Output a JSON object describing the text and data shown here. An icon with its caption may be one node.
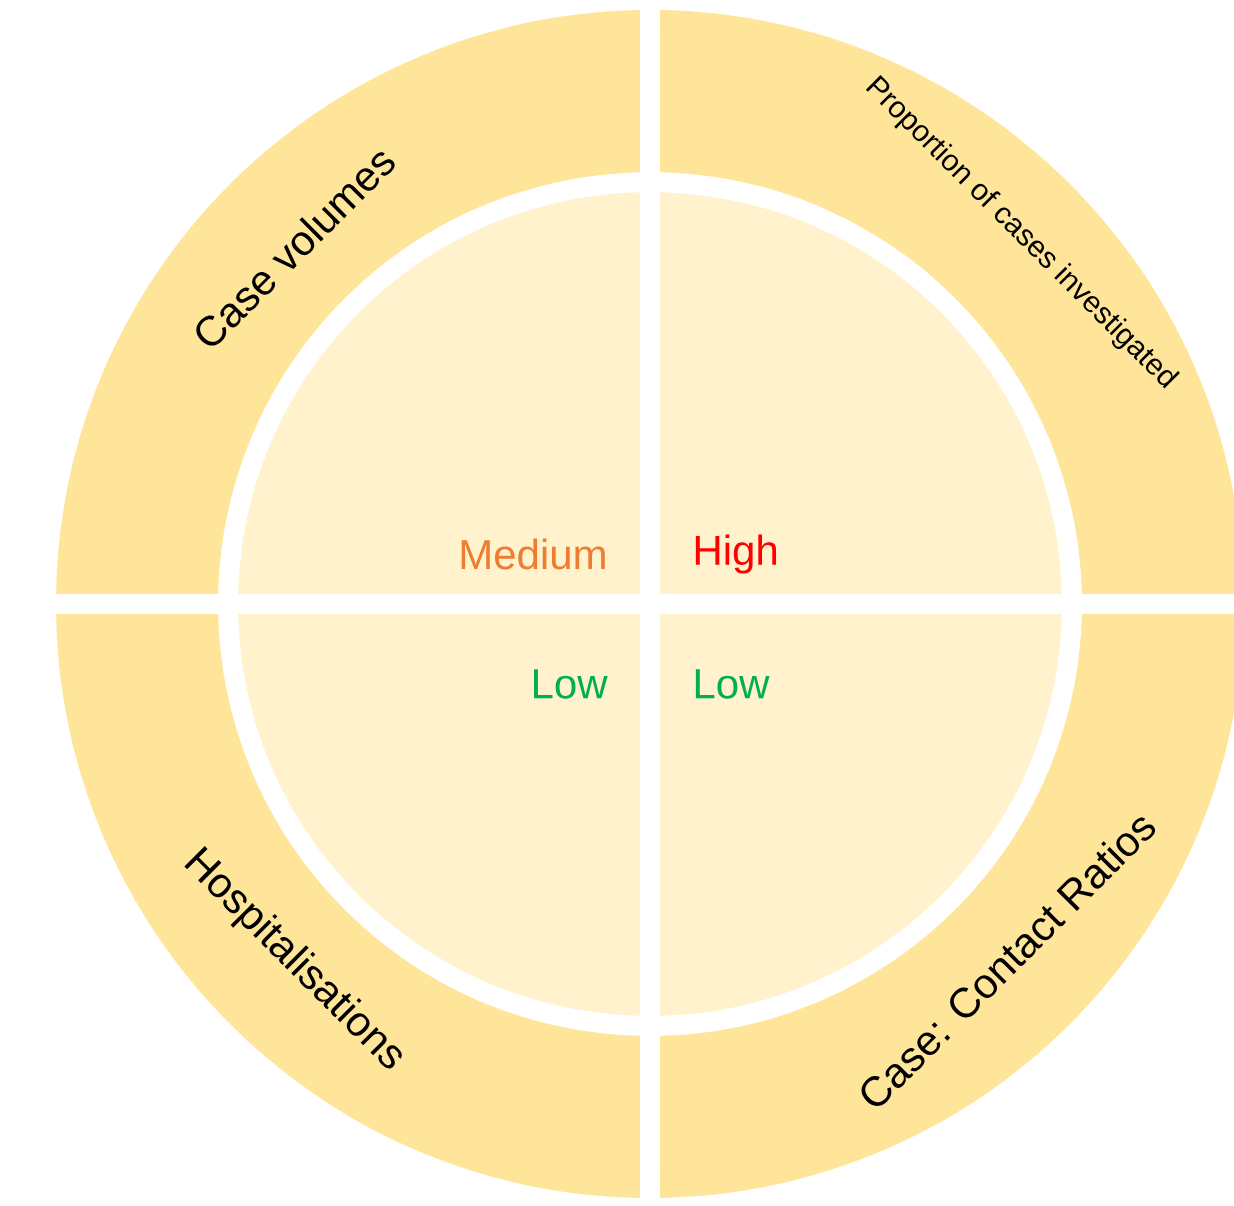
{
  "diagram": {
    "nodes": [
      {
        "text": [
          "Case volumes"
        ]
      },
      {
        "text": [
          "Proportion of cases investigated"
        ]
      },
      {
        "text": [
          "Hospitalisations"
        ]
      },
      {
        "text": [
          "Case: Contact Ratios"
        ]
      },
      {
        "text": [
          "Medium"
        ]
      },
      {
        "text": [
          "High"
        ]
      },
      {
        "text": [
          "Low"
        ]
      },
      {
        "text": [
          "Low"
        ]
      }
    ]
  }
}
